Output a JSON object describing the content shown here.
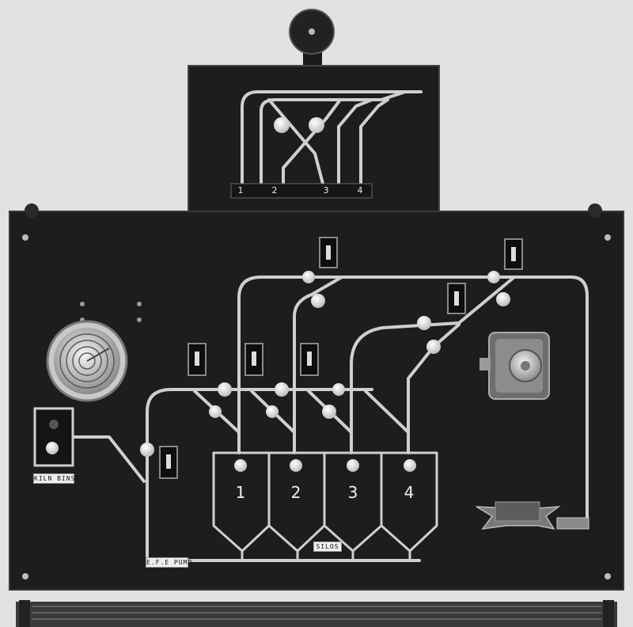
{
  "labels": {
    "kiln_bins": "KILN BINS",
    "silos": "SILOS",
    "elevator": "E.F.E PUMP"
  },
  "silo_numbers": [
    "1",
    "2",
    "3",
    "4"
  ],
  "top_panel_numbers": [
    "1",
    "2",
    "3",
    "4"
  ],
  "colors": {
    "background": "#e2e2e2",
    "panel": "#1d1d1d",
    "line": "#cfcfcf",
    "lamp": "#e6e6e6"
  }
}
